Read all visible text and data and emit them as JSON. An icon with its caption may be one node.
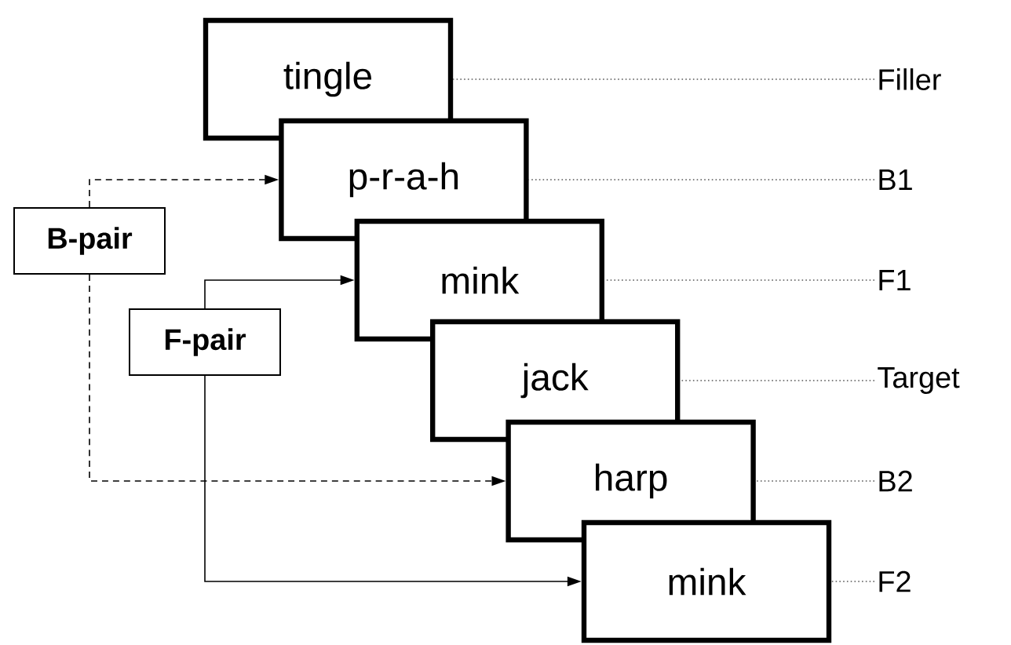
{
  "diagram": {
    "nodes": [
      {
        "text": [
          "tingle"
        ]
      },
      {
        "text": [
          "p-r-a-h"
        ]
      },
      {
        "text": [
          "mink"
        ]
      },
      {
        "text": [
          "jack"
        ]
      },
      {
        "text": [
          "harp"
        ]
      },
      {
        "text": [
          "mink"
        ]
      },
      {
        "text": [
          "B-pair"
        ]
      },
      {
        "text": [
          "F-pair"
        ]
      },
      {
        "text": [
          "Filler"
        ]
      },
      {
        "text": [
          "B1"
        ]
      },
      {
        "text": [
          "F1"
        ]
      },
      {
        "text": [
          "Target"
        ]
      },
      {
        "text": [
          "B2"
        ]
      },
      {
        "text": [
          "F2"
        ]
      }
    ],
    "edges": [
      {
        "from": 8,
        "to": 0,
        "arrow": "none",
        "style": "dashed"
      },
      {
        "from": 9,
        "to": 1,
        "arrow": "none",
        "style": "dashed"
      },
      {
        "from": 10,
        "to": 2,
        "arrow": "none",
        "style": "dashed"
      },
      {
        "from": 11,
        "to": 3,
        "arrow": "none",
        "style": "dashed"
      },
      {
        "from": 12,
        "to": 4,
        "arrow": "none",
        "style": "dashed"
      },
      {
        "from": 13,
        "to": 5,
        "arrow": "none",
        "style": "dashed"
      },
      {
        "from": 6,
        "to": 1,
        "arrow": "to",
        "style": "dashed"
      },
      {
        "from": 6,
        "to": 4,
        "arrow": "to",
        "style": "dashed"
      },
      {
        "from": 7,
        "to": 2,
        "arrow": "to"
      },
      {
        "from": 7,
        "to": 5,
        "arrow": "to"
      }
    ]
  }
}
